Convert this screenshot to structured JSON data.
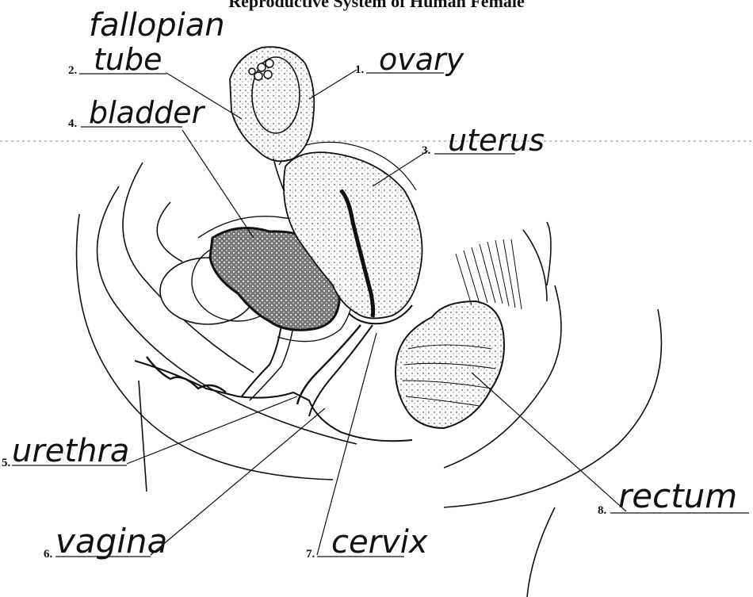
{
  "title": "Reproductive System of Human Female",
  "labels": [
    {
      "number": "1.",
      "answer": "ovary"
    },
    {
      "number": "2.",
      "answer": "fallopian tube",
      "answer_line1": "fallopian",
      "answer_line2": "tube"
    },
    {
      "number": "3.",
      "answer": "uterus"
    },
    {
      "number": "4.",
      "answer": "bladder"
    },
    {
      "number": "5.",
      "answer": "urethra"
    },
    {
      "number": "6.",
      "answer": "vagina"
    },
    {
      "number": "7.",
      "answer": "cervix"
    },
    {
      "number": "8.",
      "answer": "rectum"
    }
  ]
}
